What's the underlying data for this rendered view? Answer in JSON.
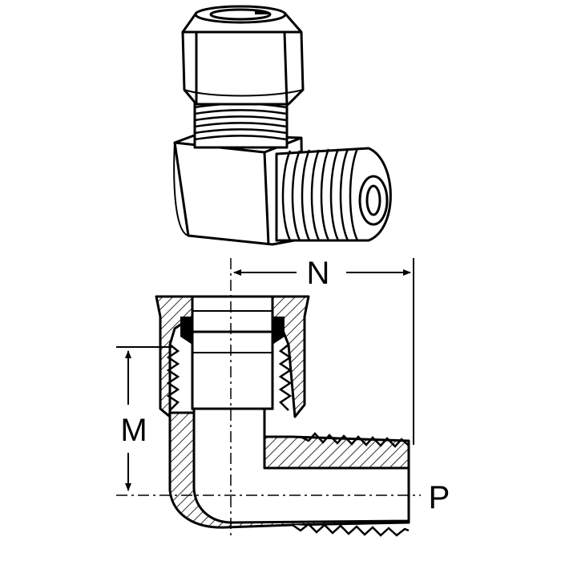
{
  "figure": {
    "dimension_labels": {
      "n": "N",
      "m": "M",
      "p": "P"
    }
  },
  "colors": {
    "ink": "#000000",
    "paper": "#ffffff"
  }
}
